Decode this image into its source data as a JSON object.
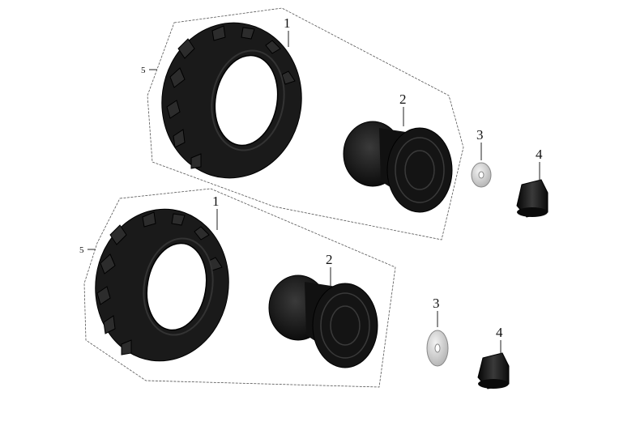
{
  "callouts": {
    "upper": {
      "tire": "1",
      "rim": "2",
      "washer": "3",
      "nut": "4",
      "assembly": "5"
    },
    "lower": {
      "tire": "1",
      "rim": "2",
      "washer": "3",
      "nut": "4",
      "assembly": "5"
    }
  },
  "colors": {
    "tire": "#1a1a1a",
    "tread": "#2c2c2c",
    "rim": "#0f0f0f",
    "rim_highlight": "#3a3a3a",
    "washer": "#d6d6d6",
    "nut": "#151515"
  }
}
